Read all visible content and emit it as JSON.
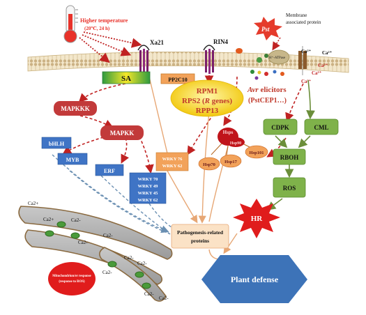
{
  "temperature": {
    "line1": "Higher temperature",
    "line2": "(20℃, 24 h)",
    "color": "#e8322a"
  },
  "membrane": {
    "receptors": [
      "Xa21",
      "RIN4"
    ],
    "pathogen": "Pst",
    "protein_label_line1": "Membrane",
    "protein_label_line2": "associated protein",
    "atpase": "H⁺-ATPase"
  },
  "nodes": {
    "sa": "SA",
    "pp2c10": "PP2C10",
    "mapkkk": "MAPKKK",
    "mapkk": "MAPKK",
    "bhlh": "bHLH",
    "myb": "MYB",
    "erf": "ERF",
    "wrky_small": [
      "WRKY 76",
      "WRKY 62"
    ],
    "wrky_big": [
      "WRKY 70",
      "WRKY 49",
      "WRKY 45",
      "WRKY 62"
    ],
    "r_genes_line1": "RPM1",
    "r_genes_line2a": "RPS2 (",
    "r_genes_line2b": "R",
    "r_genes_line2c": " genes)",
    "r_genes_line3": "RPP13",
    "avr_line1a": "Avr",
    "avr_line1b": " elicitors",
    "avr_line2": "(PstCEP1…)",
    "hsps": "Hsps",
    "hsp90": "Hsp90",
    "hsp70": "Hsp70",
    "hsp17": "Hsp17",
    "hsp101": "Hsp101",
    "cdpk": "CDPK",
    "cml": "CML",
    "rboh": "RBOH",
    "ros": "ROS",
    "hr": "HR",
    "pr_line1": "Pathogenesis-related",
    "pr_line2": "proteins",
    "plant_defense": "Plant defense",
    "mito_line1": "Mitochondrion/er response",
    "mito_line2": "(response to ROS)"
  },
  "ions": {
    "ca": "Ca²⁺",
    "ca_minus": "Ca2-",
    "ca_plus": "Ca2+"
  },
  "colors": {
    "membrane": "#e2cfa3",
    "red_node": "#c23a3a",
    "blue_node": "#3f74c5",
    "orange_node": "#f2a25a",
    "green_node": "#7fb24a",
    "hex": "#3d73b8",
    "hr": "#e01c1c",
    "ellipse": "#f7d11e",
    "dash_red": "#c02222",
    "dash_blue": "#6a8fb2",
    "line_orange": "#e7a775",
    "line_green": "#6b8e3a"
  }
}
